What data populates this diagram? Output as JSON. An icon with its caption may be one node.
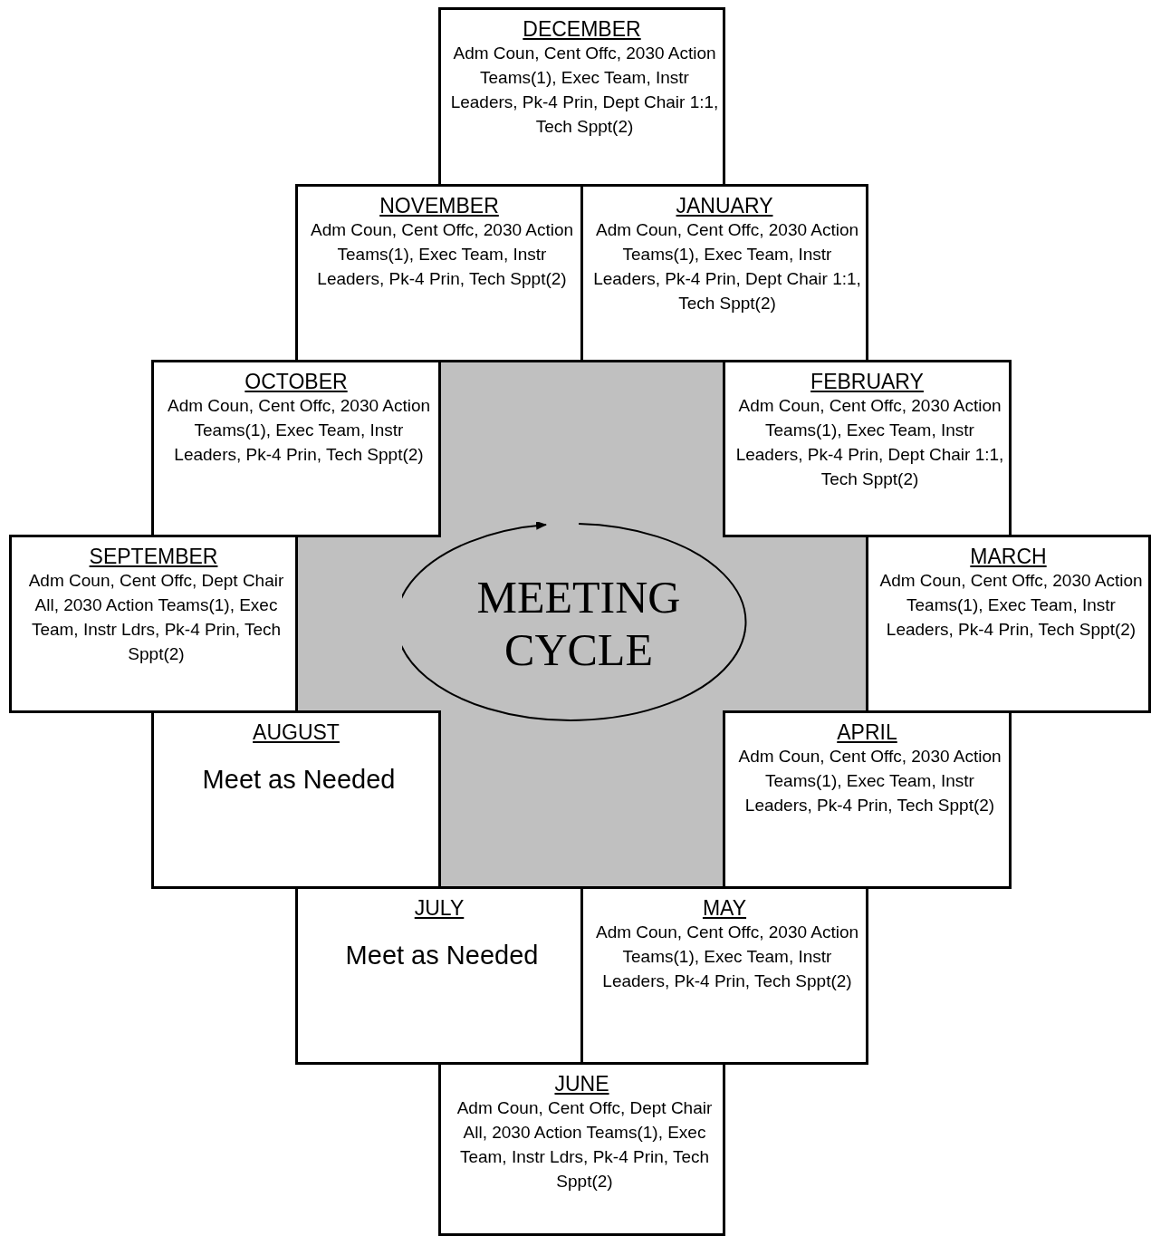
{
  "diagram": {
    "nodes": [
      {
        "text": [
          "DECEMBER",
          "Adm Coun, Cent Offc, 2030 Action Teams(1), Exec Team, Instr Leaders, Pk-4 Prin, Dept Chair 1:1, Tech Sppt(2)"
        ]
      },
      {
        "text": [
          "NOVEMBER",
          "Adm Coun, Cent Offc, 2030 Action Teams(1), Exec Team, Instr Leaders, Pk-4 Prin, Tech Sppt(2)"
        ]
      },
      {
        "text": [
          "JANUARY",
          "Adm Coun, Cent Offc, 2030 Action Teams(1), Exec Team, Instr Leaders, Pk-4 Prin, Dept Chair 1:1, Tech Sppt(2)"
        ]
      },
      {
        "text": [
          "OCTOBER",
          "Adm Coun, Cent Offc, 2030 Action Teams(1), Exec Team, Instr Leaders, Pk-4 Prin, Tech Sppt(2)"
        ]
      },
      {
        "text": [
          "FEBRUARY",
          "Adm Coun, Cent Offc, 2030 Action Teams(1), Exec Team, Instr Leaders, Pk-4 Prin, Dept Chair 1:1, Tech Sppt(2)"
        ]
      },
      {
        "text": [
          "SEPTEMBER",
          "Adm Coun, Cent Offc, Dept Chair All, 2030 Action Teams(1), Exec Team, Instr Ldrs, Pk-4 Prin, Tech Sppt(2)"
        ]
      },
      {
        "text": [
          "MEETING CYCLE"
        ]
      },
      {
        "text": [
          "MARCH",
          "Adm Coun, Cent Offc, 2030 Action Teams(1), Exec Team, Instr Leaders, Pk-4 Prin, Tech Sppt(2)"
        ]
      },
      {
        "text": [
          "AUGUST",
          "Meet as Needed"
        ]
      },
      {
        "text": [
          "APRIL",
          "Adm Coun, Cent Offc, 2030 Action Teams(1), Exec Team, Instr Leaders, Pk-4 Prin, Tech Sppt(2)"
        ]
      },
      {
        "text": [
          "JULY",
          "Meet as Needed"
        ]
      },
      {
        "text": [
          "MAY",
          "Adm Coun, Cent Offc, 2030 Action Teams(1), Exec Team, Instr Leaders, Pk-4 Prin, Tech Sppt(2)"
        ]
      },
      {
        "text": [
          "JUNE",
          "Adm Coun, Cent Offc, Dept Chair All, 2030 Action Teams(1), Exec Team, Instr Ldrs, Pk-4 Prin, Tech Sppt(2)"
        ]
      }
    ],
    "edges": []
  }
}
